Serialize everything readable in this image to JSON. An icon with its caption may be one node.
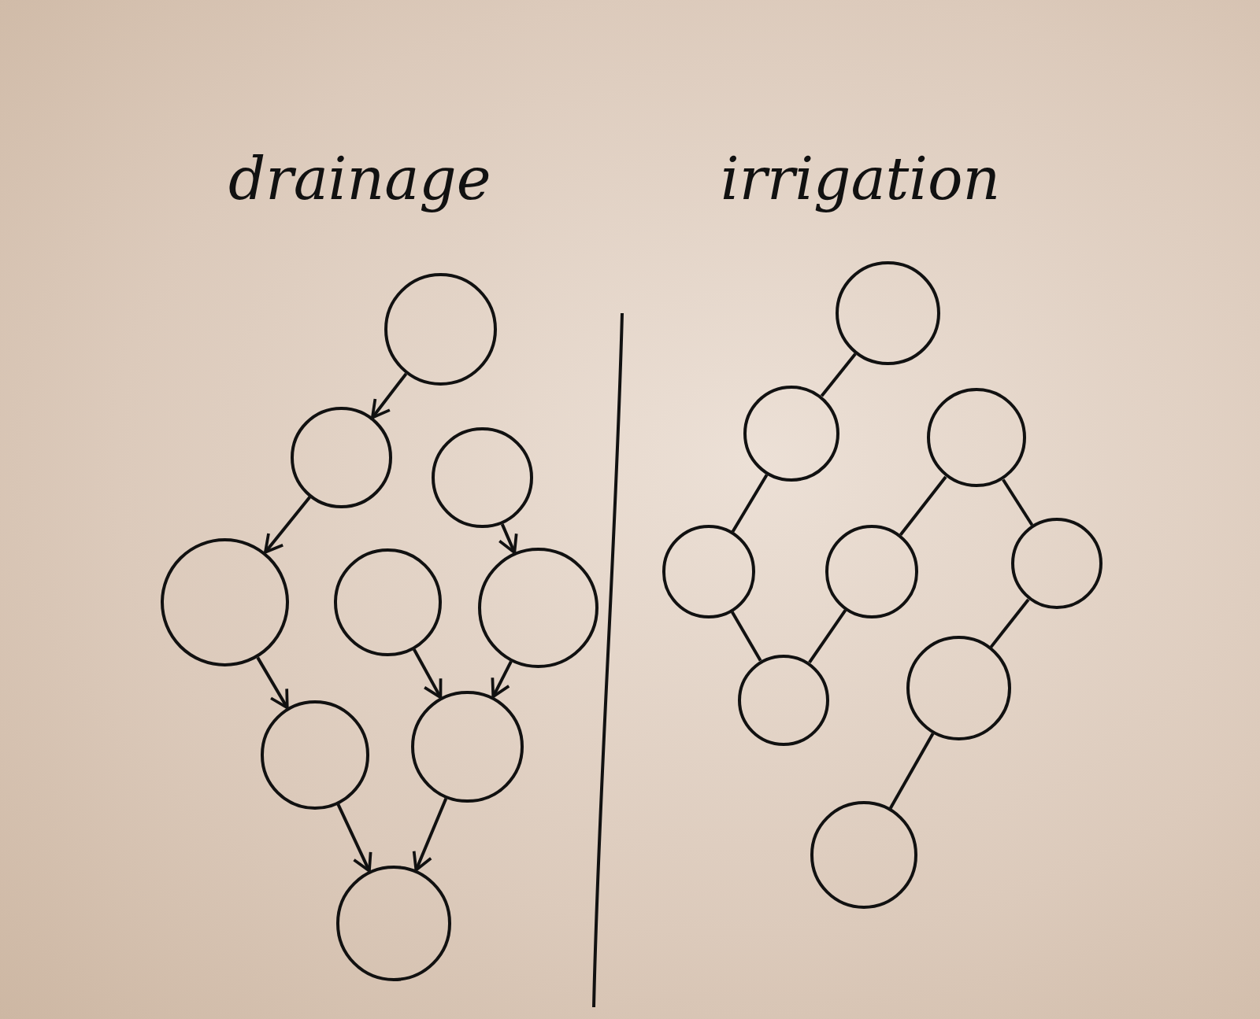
{
  "diagram": {
    "nodes": [
      {
        "text": [],
        "shape": "circle"
      },
      {
        "text": [],
        "shape": "circle"
      },
      {
        "text": [],
        "shape": "circle"
      },
      {
        "text": [],
        "shape": "circle"
      },
      {
        "text": [],
        "shape": "circle"
      },
      {
        "text": [],
        "shape": "circle"
      },
      {
        "text": [],
        "shape": "circle"
      },
      {
        "text": [],
        "shape": "circle"
      },
      {
        "text": [],
        "shape": "circle"
      },
      {
        "text": [],
        "shape": "circle"
      },
      {
        "text": [],
        "shape": "circle"
      },
      {
        "text": [],
        "shape": "circle"
      },
      {
        "text": [],
        "shape": "circle"
      },
      {
        "text": [],
        "shape": "circle"
      },
      {
        "text": [],
        "shape": "circle"
      },
      {
        "text": [],
        "shape": "circle"
      },
      {
        "text": [],
        "shape": "circle"
      },
      {
        "text": [],
        "shape": "circle"
      }
    ],
    "edges": [
      {
        "from": 0,
        "to": 1,
        "arrow": "to"
      },
      {
        "from": 1,
        "to": 3,
        "arrow": "to"
      },
      {
        "from": 2,
        "to": 5,
        "arrow": "to"
      },
      {
        "from": 3,
        "to": 6,
        "arrow": "to"
      },
      {
        "from": 4,
        "to": 7,
        "arrow": "to"
      },
      {
        "from": 5,
        "to": 7,
        "arrow": "to"
      },
      {
        "from": 6,
        "to": 8,
        "arrow": "to"
      },
      {
        "from": 7,
        "to": 8,
        "arrow": "to"
      },
      {
        "from": 9,
        "to": 10,
        "arrow": "none"
      },
      {
        "from": 10,
        "to": 12,
        "arrow": "none"
      },
      {
        "from": 12,
        "to": 15,
        "arrow": "none"
      },
      {
        "from": 15,
        "to": 13,
        "arrow": "none"
      },
      {
        "from": 13,
        "to": 11,
        "arrow": "none"
      },
      {
        "from": 11,
        "to": 14,
        "arrow": "none"
      },
      {
        "from": 14,
        "to": 16,
        "arrow": "none"
      },
      {
        "from": 16,
        "to": 17,
        "arrow": "none"
      }
    ],
    "labels": [
      "drainage",
      "irrigation"
    ]
  }
}
